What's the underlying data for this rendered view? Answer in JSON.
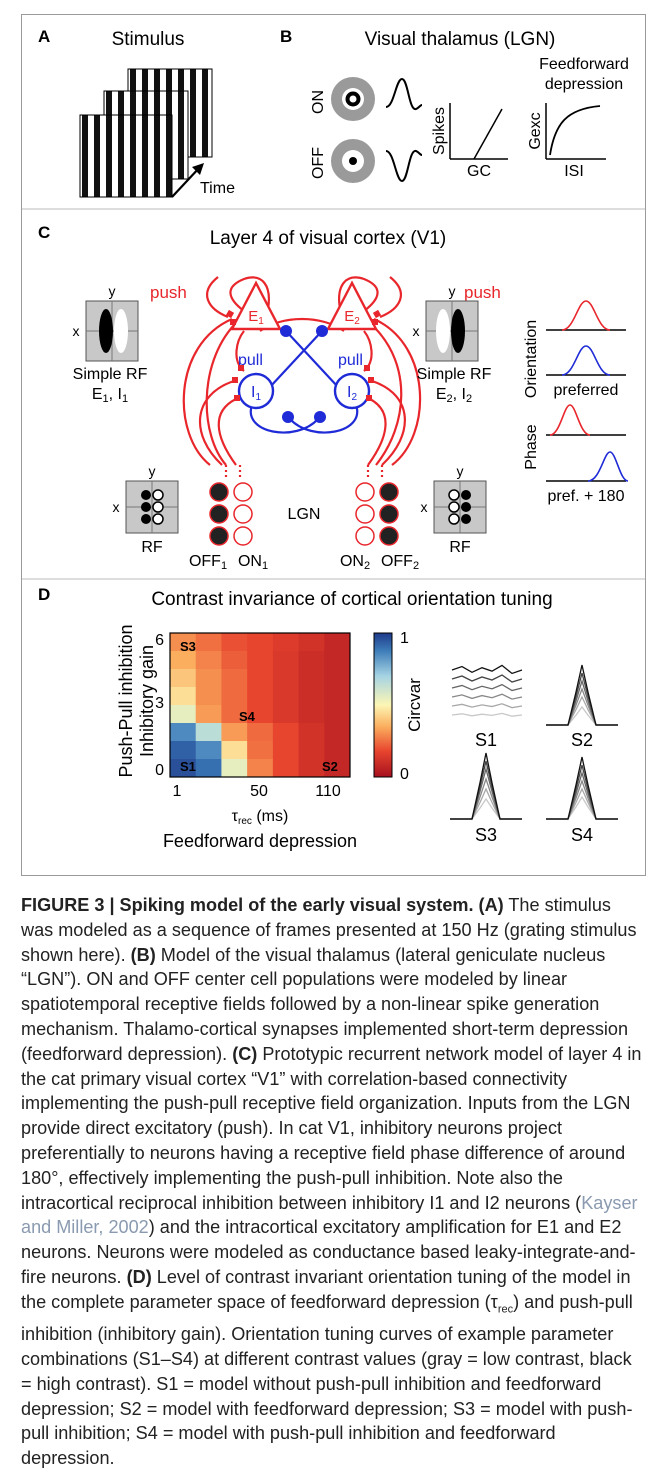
{
  "panel_a": {
    "letter": "A",
    "title": "Stimulus",
    "time_label": "Time"
  },
  "panel_b": {
    "letter": "B",
    "title": "Visual thalamus (LGN)",
    "on_label": "ON",
    "off_label": "OFF",
    "spikes_ylabel": "Spikes",
    "gc_xlabel": "GC",
    "ff_title_line1": "Feedforward",
    "ff_title_line2": "depression",
    "gexc_ylabel": "Gexc",
    "isi_xlabel": "ISI"
  },
  "panel_c": {
    "letter": "C",
    "title": "Layer 4 of visual cortex (V1)",
    "push_left": "push",
    "push_right": "push",
    "pull_left": "pull",
    "pull_right": "pull",
    "e1": "E",
    "e1_sub": "1",
    "e2": "E",
    "e2_sub": "2",
    "i1": "I",
    "i1_sub": "1",
    "i2": "I",
    "i2_sub": "2",
    "rf_x": "x",
    "rf_y": "y",
    "simple_rf_left_line1": "Simple RF",
    "simple_rf_left_E": "E",
    "simple_rf_left_E_sub": "1",
    "simple_rf_left_sep": ", ",
    "simple_rf_left_I": "I",
    "simple_rf_left_I_sub": "1",
    "simple_rf_right_line1": "Simple RF",
    "simple_rf_right_E": "E",
    "simple_rf_right_E_sub": "2",
    "simple_rf_right_sep": ", ",
    "simple_rf_right_I": "I",
    "simple_rf_right_I_sub": "2",
    "rf_left_label": "RF",
    "rf_right_label": "RF",
    "lgn_label": "LGN",
    "off1": "OFF",
    "off1_sub": "1",
    "on1": "ON",
    "on1_sub": "1",
    "on2": "ON",
    "on2_sub": "2",
    "off2": "OFF",
    "off2_sub": "2",
    "orientation_label": "Orientation",
    "preferred_label": "preferred",
    "phase_label": "Phase",
    "pref180_label": "pref. + 180",
    "color_exc": "#e8262b",
    "color_inh": "#1f2bd6"
  },
  "panel_d": {
    "letter": "D",
    "title": "Contrast invariance of cortical orientation tuning",
    "ylabel_outer": "Push-Pull inhibition",
    "ylabel_inner": "Inhibitory gain",
    "y_ticks": [
      "6",
      "3",
      "0"
    ],
    "x_ticks": [
      "1",
      "50",
      "110"
    ],
    "xlabel_tau": "τ",
    "xlabel_tau_sub": "rec",
    "xlabel_units": " (ms)",
    "xlabel_outer": "Feedforward depression",
    "colorbar_label": "Circvar",
    "colorbar_ticks": [
      "1",
      "0"
    ],
    "s_labels": [
      "S3",
      "S4",
      "S1",
      "S2"
    ],
    "example_labels": [
      "S1",
      "S2",
      "S3",
      "S4"
    ]
  },
  "chart_data": {
    "type": "heatmap",
    "title": "Contrast invariance of cortical orientation tuning",
    "xlabel": "τrec (ms)",
    "ylabel": "Inhibitory gain",
    "x_ticks": [
      "1",
      "50",
      "110"
    ],
    "y_ticks": [
      "6",
      "3",
      "0"
    ],
    "colorbar": {
      "label": "Circvar",
      "range": [
        0,
        1
      ]
    },
    "rows_top_to_bottom": [
      [
        0.3,
        0.25,
        0.2,
        0.18,
        0.15,
        0.12,
        0.08
      ],
      [
        0.35,
        0.28,
        0.22,
        0.18,
        0.14,
        0.1,
        0.08
      ],
      [
        0.4,
        0.3,
        0.24,
        0.18,
        0.14,
        0.1,
        0.08
      ],
      [
        0.45,
        0.3,
        0.24,
        0.18,
        0.14,
        0.1,
        0.08
      ],
      [
        0.55,
        0.32,
        0.24,
        0.18,
        0.14,
        0.1,
        0.08
      ],
      [
        0.85,
        0.65,
        0.32,
        0.24,
        0.18,
        0.12,
        0.08
      ],
      [
        0.93,
        0.85,
        0.45,
        0.25,
        0.18,
        0.12,
        0.08
      ],
      [
        0.96,
        0.9,
        0.55,
        0.28,
        0.18,
        0.12,
        0.08
      ]
    ]
  },
  "caption": {
    "label": "FIGURE 3 | Spiking model of the early visual system.",
    "a_tag": "(A)",
    "a_text": " The stimulus was modeled as a sequence of frames presented at 150 Hz (grating stimulus shown here). ",
    "b_tag": "(B)",
    "b_text": " Model of the visual thalamus (lateral geniculate nucleus “LGN”). ON and OFF center cell populations were modeled by linear spatiotemporal receptive fields followed by a non-linear spike generation mechanism. Thalamo-cortical synapses implemented short-term depression (feedforward depression). ",
    "c_tag": "(C)",
    "c_text1": " Prototypic recurrent network model of layer 4 in the cat primary visual cortex “V1” with correlation-based connectivity implementing the push-pull receptive field organization. Inputs from the LGN provide direct excitatory (push). In cat V1, inhibitory neurons project preferentially to neurons having a receptive field phase difference of around 180°, effectively implementing the push-pull inhibition. Note also the intracortical reciprocal inhibition between inhibitory I1 and I2 neurons (",
    "c_link": "Kayser and Miller, 2002",
    "c_text2": ") and the intracortical excitatory amplification for E1 and E2 neurons. Neurons were modeled as conductance based leaky-integrate-and-fire neurons. ",
    "d_tag": "(D)",
    "d_text1": " Level of contrast invariant orientation tuning of the model in the complete parameter space of feedforward depression (τ",
    "d_sub": "rec",
    "d_text2": ") and push-pull inhibition (inhibitory gain). Orientation tuning curves of example parameter combinations (S1–S4) at different contrast values (gray = low contrast, black = high contrast). S1 = model without push-pull inhibition and feedforward depression; S2 = model with feedforward depression; S3 = model with push-pull inhibition; S4 = model with push-pull inhibition and feedforward depression."
  }
}
